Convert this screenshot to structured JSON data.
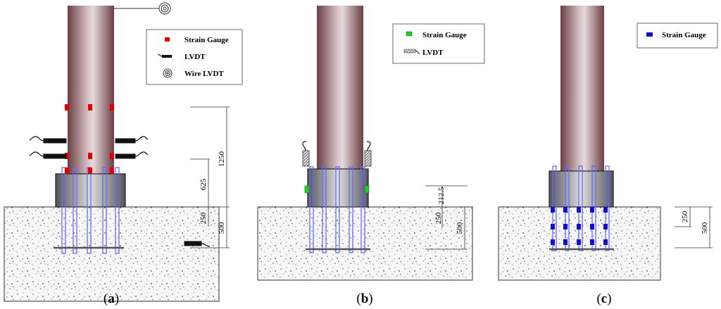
{
  "panels": [
    {
      "caption": "a",
      "legend": [
        "Strain Gauge",
        "LVDT",
        "Wire LVDT"
      ],
      "dimensions": [
        "1250",
        "625",
        "250",
        "500"
      ]
    },
    {
      "caption": "b",
      "legend": [
        "Strain Gauge",
        "LVDT"
      ],
      "dimensions": [
        "212.5",
        "250",
        "500"
      ]
    },
    {
      "caption": "c",
      "legend": [
        "Strain Gauge"
      ],
      "dimensions": [
        "250",
        "500"
      ]
    }
  ],
  "colors": {
    "column": "#8a5a60",
    "strain_gauge_a": "#e00000",
    "strain_gauge_b": "#22cc22",
    "strain_gauge_c": "#1010cc",
    "anchor_bolt": "#6a6aff"
  }
}
